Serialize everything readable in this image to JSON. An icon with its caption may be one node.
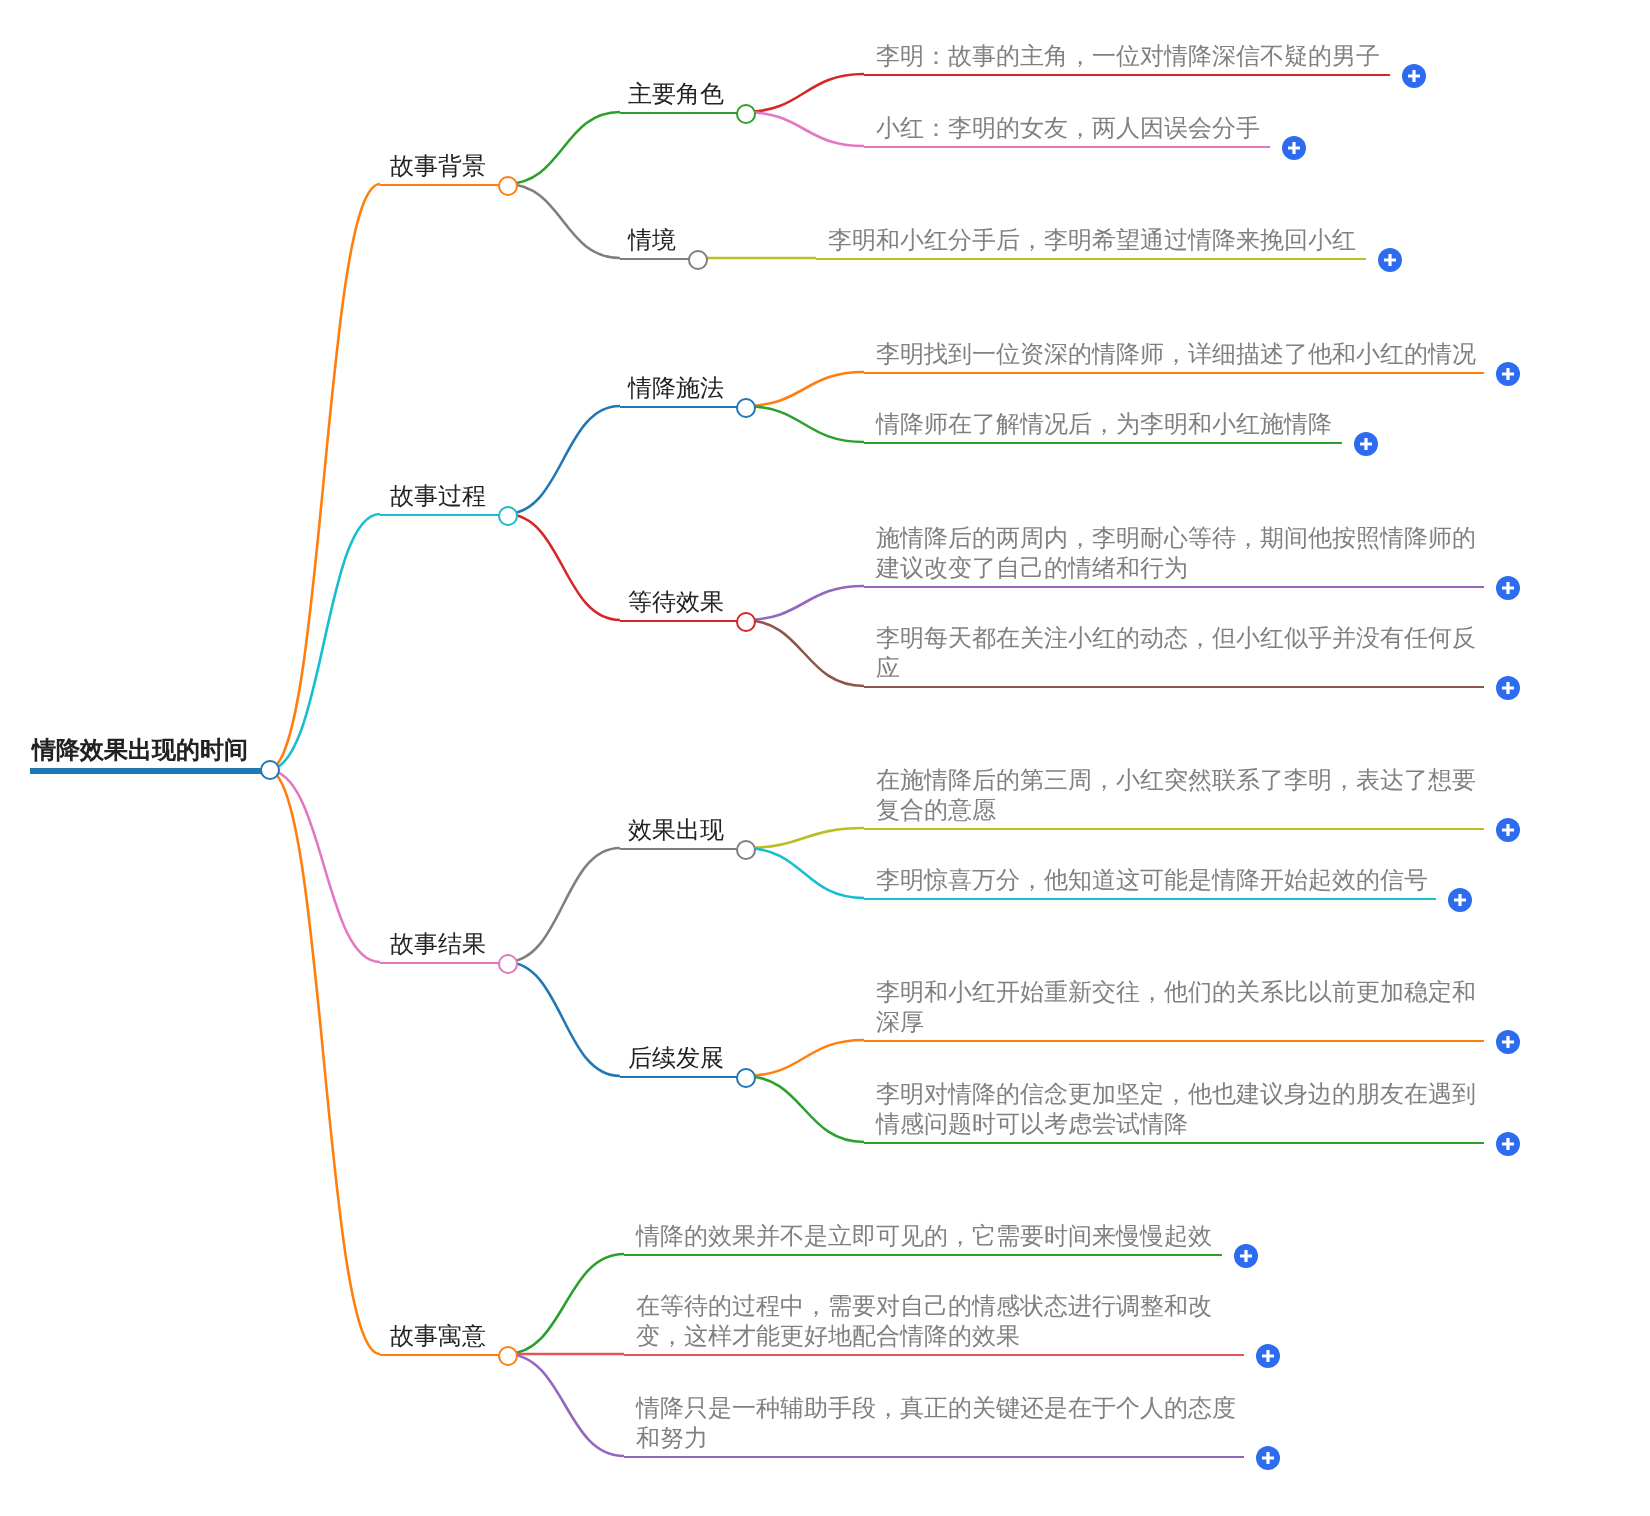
{
  "diagram": {
    "nodes": [
      {
        "text": [
          "情降效果出现的时间"
        ]
      },
      {
        "text": [
          "故事背景"
        ]
      },
      {
        "text": [
          "主要角色"
        ]
      },
      {
        "text": [
          "李明：故事的主角，一位对情降深信不疑的男子"
        ]
      },
      {
        "text": [
          "小红：李明的女友，两人因误会分手"
        ]
      },
      {
        "text": [
          "情境"
        ]
      },
      {
        "text": [
          "李明和小红分手后，李明希望通过情降来挽回小红"
        ]
      },
      {
        "text": [
          "故事过程"
        ]
      },
      {
        "text": [
          "情降施法"
        ]
      },
      {
        "text": [
          "李明找到一位资深的情降师，详细描述了他和小红的情况"
        ]
      },
      {
        "text": [
          "情降师在了解情况后，为李明和小红施情降"
        ]
      },
      {
        "text": [
          "等待效果"
        ]
      },
      {
        "text": [
          "施情降后的两周内，李明耐心等待，期间他按照情降师的建议改变了自己的情绪和行为"
        ]
      },
      {
        "text": [
          "李明每天都在关注小红的动态，但小红似乎并没有任何反应"
        ]
      },
      {
        "text": [
          "故事结果"
        ]
      },
      {
        "text": [
          "效果出现"
        ]
      },
      {
        "text": [
          "在施情降后的第三周，小红突然联系了李明，表达了想要复合的意愿"
        ]
      },
      {
        "text": [
          "李明惊喜万分，他知道这可能是情降开始起效的信号"
        ]
      },
      {
        "text": [
          "后续发展"
        ]
      },
      {
        "text": [
          "李明和小红开始重新交往，他们的关系比以前更加稳定和深厚"
        ]
      },
      {
        "text": [
          "李明对情降的信念更加坚定，他也建议身边的朋友在遇到情感问题时可以考虑尝试情降"
        ]
      },
      {
        "text": [
          "故事寓意"
        ]
      },
      {
        "text": [
          "情降的效果并不是立即可见的，它需要时间来慢慢起效"
        ]
      },
      {
        "text": [
          "在等待的过程中，需要对自己的情感状态进行调整和改变，这样才能更好地配合情降的效果"
        ]
      },
      {
        "text": [
          "情降只是一种辅助手段，真正的关键还是在于个人的态度和努力"
        ]
      }
    ],
    "edges": [
      {
        "from": 0,
        "to": 1,
        "arrow": "none",
        "color": "#ff7f0e"
      },
      {
        "from": 1,
        "to": 2,
        "arrow": "none",
        "color": "#2ca02c"
      },
      {
        "from": 2,
        "to": 3,
        "arrow": "none",
        "color": "#d62728"
      },
      {
        "from": 2,
        "to": 4,
        "arrow": "none",
        "color": "#e377c2"
      },
      {
        "from": 1,
        "to": 5,
        "arrow": "none",
        "color": "#7f7f7f"
      },
      {
        "from": 5,
        "to": 6,
        "arrow": "none",
        "color": "#bcbd22"
      },
      {
        "from": 0,
        "to": 7,
        "arrow": "none",
        "color": "#17becf"
      },
      {
        "from": 7,
        "to": 8,
        "arrow": "none",
        "color": "#1f77b4"
      },
      {
        "from": 8,
        "to": 9,
        "arrow": "none",
        "color": "#ff7f0e"
      },
      {
        "from": 8,
        "to": 10,
        "arrow": "none",
        "color": "#2ca02c"
      },
      {
        "from": 7,
        "to": 11,
        "arrow": "none",
        "color": "#d62728"
      },
      {
        "from": 11,
        "to": 12,
        "arrow": "none",
        "color": "#9467bd"
      },
      {
        "from": 11,
        "to": 13,
        "arrow": "none",
        "color": "#8c564b"
      },
      {
        "from": 0,
        "to": 14,
        "arrow": "none",
        "color": "#e377c2"
      },
      {
        "from": 14,
        "to": 15,
        "arrow": "none",
        "color": "#7f7f7f"
      },
      {
        "from": 15,
        "to": 16,
        "arrow": "none",
        "color": "#bcbd22"
      },
      {
        "from": 15,
        "to": 17,
        "arrow": "none",
        "color": "#17becf"
      },
      {
        "from": 14,
        "to": 18,
        "arrow": "none",
        "color": "#1f77b4"
      },
      {
        "from": 18,
        "to": 19,
        "arrow": "none",
        "color": "#ff7f0e"
      },
      {
        "from": 18,
        "to": 20,
        "arrow": "none",
        "color": "#2ca02c"
      },
      {
        "from": 0,
        "to": 21,
        "arrow": "none",
        "color": "#ff7f0e"
      },
      {
        "from": 21,
        "to": 22,
        "arrow": "none",
        "color": "#2ca02c"
      },
      {
        "from": 21,
        "to": 23,
        "arrow": "none",
        "color": "#e15759"
      },
      {
        "from": 21,
        "to": 24,
        "arrow": "none",
        "color": "#9467bd"
      }
    ]
  }
}
